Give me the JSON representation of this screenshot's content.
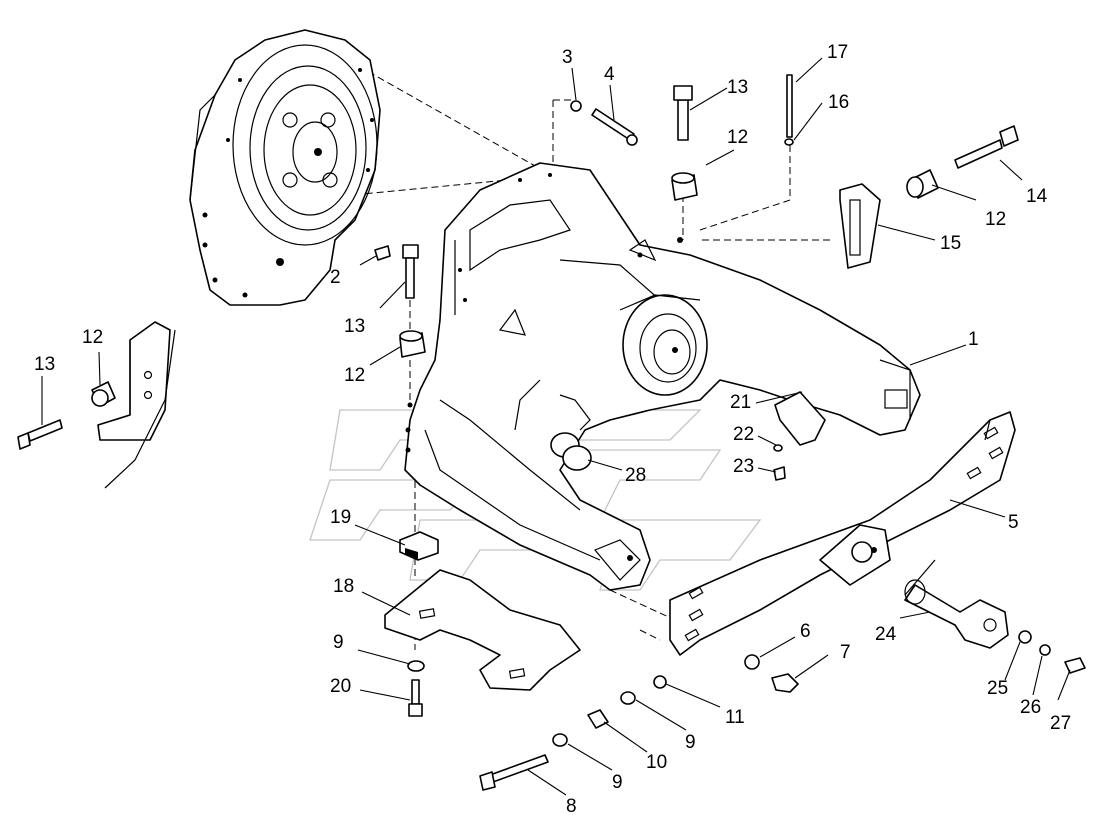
{
  "callouts": [
    {
      "id": "c1",
      "text": "1"
    },
    {
      "id": "c2",
      "text": "2"
    },
    {
      "id": "c3",
      "text": "3"
    },
    {
      "id": "c4",
      "text": "4"
    },
    {
      "id": "c5",
      "text": "5"
    },
    {
      "id": "c6",
      "text": "6"
    },
    {
      "id": "c7",
      "text": "7"
    },
    {
      "id": "c8",
      "text": "8"
    },
    {
      "id": "c9a",
      "text": "9"
    },
    {
      "id": "c9b",
      "text": "9"
    },
    {
      "id": "c9c",
      "text": "9"
    },
    {
      "id": "c10",
      "text": "10"
    },
    {
      "id": "c11",
      "text": "11"
    },
    {
      "id": "c12a",
      "text": "12"
    },
    {
      "id": "c12b",
      "text": "12"
    },
    {
      "id": "c12c",
      "text": "12"
    },
    {
      "id": "c12d",
      "text": "12"
    },
    {
      "id": "c13a",
      "text": "13"
    },
    {
      "id": "c13b",
      "text": "13"
    },
    {
      "id": "c13c",
      "text": "13"
    },
    {
      "id": "c14",
      "text": "14"
    },
    {
      "id": "c15",
      "text": "15"
    },
    {
      "id": "c16",
      "text": "16"
    },
    {
      "id": "c17",
      "text": "17"
    },
    {
      "id": "c18",
      "text": "18"
    },
    {
      "id": "c19",
      "text": "19"
    },
    {
      "id": "c20",
      "text": "20"
    },
    {
      "id": "c21",
      "text": "21"
    },
    {
      "id": "c22",
      "text": "22"
    },
    {
      "id": "c23",
      "text": "23"
    },
    {
      "id": "c24",
      "text": "24"
    },
    {
      "id": "c25",
      "text": "25"
    },
    {
      "id": "c26",
      "text": "26"
    },
    {
      "id": "c27",
      "text": "27"
    },
    {
      "id": "c28",
      "text": "28"
    }
  ],
  "colors": {
    "line": "#000000",
    "background": "#ffffff",
    "watermark": "#8a8a8a"
  }
}
